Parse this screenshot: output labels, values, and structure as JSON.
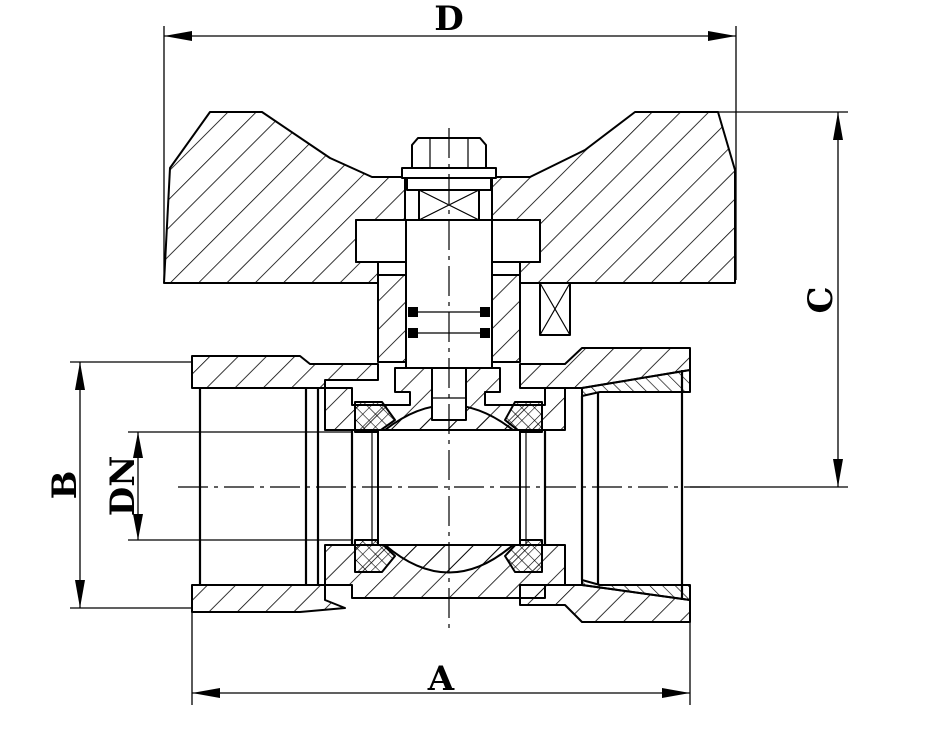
{
  "drawing": {
    "labels": {
      "D": "D",
      "C": "C",
      "B": "B",
      "DN": "DN",
      "A": "A"
    },
    "colors": {
      "line": "#000000",
      "background": "#ffffff"
    }
  }
}
